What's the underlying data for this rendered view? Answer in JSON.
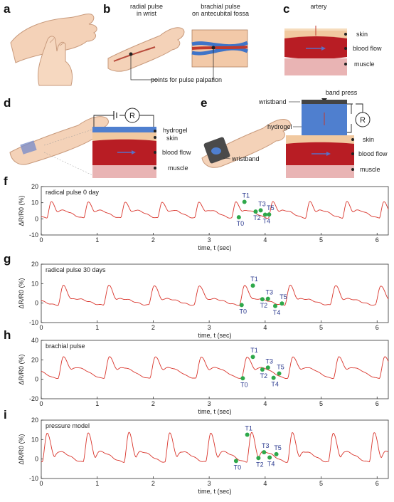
{
  "panels": {
    "a": {
      "letter": "a"
    },
    "b": {
      "letter": "b",
      "label_radial_1": "radial pulse",
      "label_radial_2": "in wrist",
      "label_brachial_1": "brachial pulse",
      "label_brachial_2": "on antecubital fossa",
      "label_points": "points for pulse palpation"
    },
    "c": {
      "letter": "c",
      "label_artery": "artery",
      "label_skin": "skin",
      "label_blood": "blood flow",
      "label_muscle": "muscle"
    },
    "d": {
      "letter": "d",
      "label_R": "R",
      "label_hydrogel": "hydrogel",
      "label_skin": "skin",
      "label_blood": "blood flow",
      "label_muscle": "muscle"
    },
    "e": {
      "letter": "e",
      "label_band_press": "band press",
      "label_wristband_top": "wristband",
      "label_hydrogel": "hydrogel",
      "label_R": "R",
      "label_wristband": "wristband",
      "label_skin": "skin",
      "label_blood": "blood flow",
      "label_muscle": "muscle"
    }
  },
  "colors": {
    "trace": "#d9342b",
    "point": "#2ea84a",
    "point_label": "#2b3a8f",
    "blood": "#b81d24",
    "skin": "#f1c9a0",
    "muscle": "#e9b4b4",
    "hydrogel": "#4f7fcf"
  },
  "chart_data": [
    {
      "id": "f",
      "letter": "f",
      "type": "line",
      "title": "radical pulse 0 day",
      "xlabel": "time, t (sec)",
      "ylabel": "ΔR/R0 (%)",
      "xlim": [
        0,
        6.2
      ],
      "ylim": [
        -10,
        20
      ],
      "yticks": [
        -10,
        0,
        10,
        20
      ],
      "xticks": [
        0,
        1,
        2,
        3,
        4,
        5,
        6
      ],
      "period": 0.66,
      "phase": 0.1,
      "beat": {
        "base": 0.6,
        "peak": 10.5,
        "notch": 4.5,
        "second": 5.3
      },
      "points": [
        {
          "label": "T0",
          "x": 3.53,
          "y": 1.0
        },
        {
          "label": "T1",
          "x": 3.63,
          "y": 10.5
        },
        {
          "label": "T2",
          "x": 3.83,
          "y": 4.5
        },
        {
          "label": "T3",
          "x": 3.92,
          "y": 5.3
        },
        {
          "label": "T4",
          "x": 4.0,
          "y": 2.6
        },
        {
          "label": "T5",
          "x": 4.07,
          "y": 2.7
        }
      ]
    },
    {
      "id": "g",
      "letter": "g",
      "type": "line",
      "title": "radical pulse 30 days",
      "xlabel": "time, t (sec)",
      "ylabel": "ΔR/R0 (%)",
      "xlim": [
        0,
        6.2
      ],
      "ylim": [
        -10,
        20
      ],
      "yticks": [
        -10,
        0,
        10,
        20
      ],
      "xticks": [
        0,
        1,
        2,
        3,
        4,
        5,
        6
      ],
      "period": 0.81,
      "phase": 0.3,
      "beat": {
        "base": -1.0,
        "peak": 9.0,
        "notch": 2.0,
        "second": 2.2
      },
      "points": [
        {
          "label": "T0",
          "x": 3.58,
          "y": -1.0
        },
        {
          "label": "T1",
          "x": 3.78,
          "y": 9.0
        },
        {
          "label": "T2",
          "x": 3.95,
          "y": 2.0
        },
        {
          "label": "T3",
          "x": 4.05,
          "y": 2.2
        },
        {
          "label": "T4",
          "x": 4.18,
          "y": -1.5
        },
        {
          "label": "T5",
          "x": 4.3,
          "y": -0.2
        }
      ]
    },
    {
      "id": "h",
      "letter": "h",
      "type": "line",
      "title": "brachial pulse",
      "xlabel": "time, t (sec)",
      "ylabel": "ΔR/R0 (%)",
      "xlim": [
        0,
        6.2
      ],
      "ylim": [
        -20,
        40
      ],
      "yticks": [
        -20,
        0,
        20,
        40
      ],
      "xticks": [
        0,
        1,
        2,
        3,
        4,
        5,
        6
      ],
      "period": 0.82,
      "phase": 0.3,
      "beat": {
        "base": 1.0,
        "peak": 23.0,
        "notch": 10.0,
        "second": 12.0
      },
      "points": [
        {
          "label": "T0",
          "x": 3.6,
          "y": 1.0
        },
        {
          "label": "T1",
          "x": 3.78,
          "y": 23.0
        },
        {
          "label": "T2",
          "x": 3.95,
          "y": 10.0
        },
        {
          "label": "T3",
          "x": 4.05,
          "y": 12.0
        },
        {
          "label": "T4",
          "x": 4.15,
          "y": 1.5
        },
        {
          "label": "T5",
          "x": 4.25,
          "y": 6.0
        }
      ]
    },
    {
      "id": "i",
      "letter": "i",
      "type": "line",
      "title": "pressure model",
      "xlabel": "time, t (sec)",
      "ylabel": "ΔR/R0 (%)",
      "xlim": [
        0,
        6.2
      ],
      "ylim": [
        -10,
        20
      ],
      "yticks": [
        -10,
        0,
        10,
        20
      ],
      "xticks": [
        0,
        1,
        2,
        3,
        4,
        5,
        6
      ],
      "period": 0.73,
      "phase": 0.02,
      "beat": {
        "base": -1.5,
        "peak": 13.5,
        "notch": 1.0,
        "second": 3.8
      },
      "points": [
        {
          "label": "T0",
          "x": 3.48,
          "y": -1.0
        },
        {
          "label": "T1",
          "x": 3.68,
          "y": 12.5
        },
        {
          "label": "T2",
          "x": 3.88,
          "y": 0.5
        },
        {
          "label": "T3",
          "x": 3.98,
          "y": 3.5
        },
        {
          "label": "T4",
          "x": 4.08,
          "y": 0.8
        },
        {
          "label": "T5",
          "x": 4.2,
          "y": 2.5
        }
      ]
    }
  ]
}
